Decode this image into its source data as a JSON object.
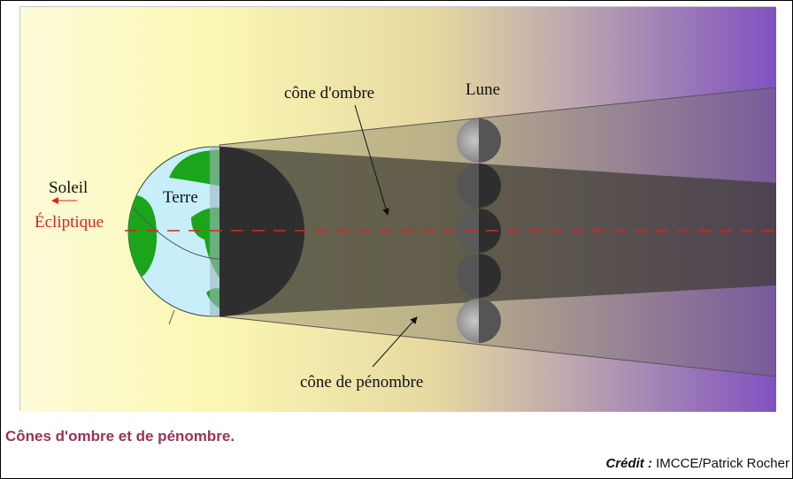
{
  "figure": {
    "labels": {
      "umbra": "cône d'ombre",
      "moon": "Lune",
      "sun": "Soleil",
      "earth": "Terre",
      "ecliptic": "Écliptique",
      "penumbra": "cône de pénombre"
    },
    "colors": {
      "ecliptic": "#e02020",
      "land": "#1aa51a",
      "ocean": "#c8eefa",
      "umbra": "#3a3a3a"
    }
  },
  "caption": "Cônes d'ombre et de pénombre.",
  "credit": {
    "label": "Crédit :",
    "value": "IMCCE/Patrick Rocher"
  }
}
